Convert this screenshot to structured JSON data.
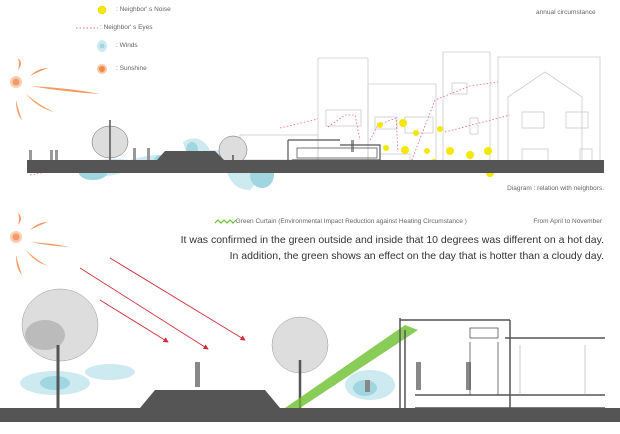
{
  "top": {
    "legend": [
      {
        "icon": "noise-circle-icon",
        "label": ": Neighbor' s Noise"
      },
      {
        "icon": "eyes-dotted-line-icon",
        "label": ": Neighbor' s Eyes"
      },
      {
        "icon": "winds-icon",
        "label": ": Winds"
      },
      {
        "icon": "sunshine-icon",
        "label": ": Sunshine"
      }
    ],
    "subtitle": "annual circumstance",
    "caption": "Diagram : relation with neighbors."
  },
  "bottom": {
    "legend_label": ": Green Curtain (Environmental Impact Reduction against Heating Circumstance )",
    "period": "From April to November",
    "line1": "It was confirmed in the green outside and inside that 10 degrees was different on a hot day.",
    "line2": "In addition, the green shows an effect on the day that is hotter than a cloudy day."
  },
  "colors": {
    "noise": "#f5e800",
    "eyes": "#f0607a",
    "winds": "#9fd6e0",
    "sun": "#f08a4b",
    "ground": "#555555",
    "green": "#6cbf2e",
    "arrow": "#d0303a"
  }
}
